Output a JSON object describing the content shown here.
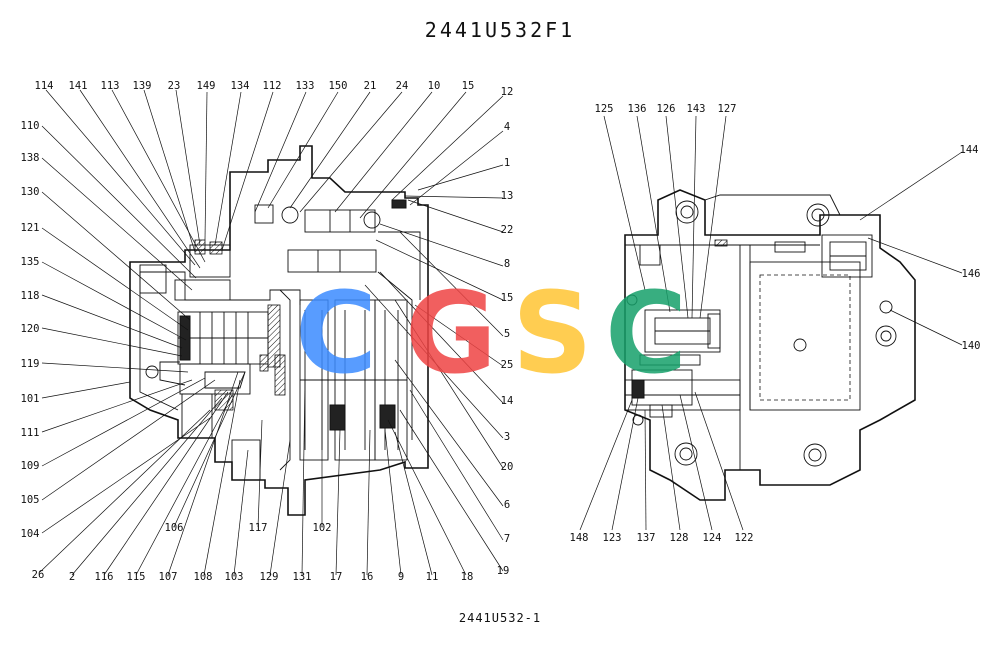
{
  "title": "2441U532F1",
  "caption": "2441U532-1",
  "watermark": {
    "letters": [
      "C",
      "G",
      "S",
      "C"
    ],
    "colors": [
      "#3b8bff",
      "#ef4444",
      "#ffc533",
      "#16a06a"
    ]
  },
  "callouts": {
    "c114": "114",
    "c141": "141",
    "c113": "113",
    "c139": "139",
    "c23": "23",
    "c149": "149",
    "c134": "134",
    "c112": "112",
    "c133": "133",
    "c150": "150",
    "c21": "21",
    "c24": "24",
    "c10": "10",
    "c15a": "15",
    "c12": "12",
    "c4": "4",
    "c1": "1",
    "c13": "13",
    "c22": "22",
    "c8": "8",
    "c15b": "15",
    "c5": "5",
    "c25": "25",
    "c14": "14",
    "c3": "3",
    "c20": "20",
    "c6": "6",
    "c7": "7",
    "c19": "19",
    "c18": "18",
    "c11": "11",
    "c9": "9",
    "c16": "16",
    "c17": "17",
    "c131": "131",
    "c102": "102",
    "c129": "129",
    "c117": "117",
    "c103": "103",
    "c108": "108",
    "c107": "107",
    "c106": "106",
    "c115": "115",
    "c116": "116",
    "c2": "2",
    "c26": "26",
    "c104": "104",
    "c105": "105",
    "c109": "109",
    "c111": "111",
    "c101": "101",
    "c119": "119",
    "c120": "120",
    "c118": "118",
    "c135": "135",
    "c121": "121",
    "c130": "130",
    "c138": "138",
    "c110": "110",
    "c125": "125",
    "c136": "136",
    "c126": "126",
    "c143": "143",
    "c127": "127",
    "c144": "144",
    "c146": "146",
    "c140": "140",
    "c122": "122",
    "c124": "124",
    "c128": "128",
    "c137": "137",
    "c123": "123",
    "c148": "148"
  }
}
